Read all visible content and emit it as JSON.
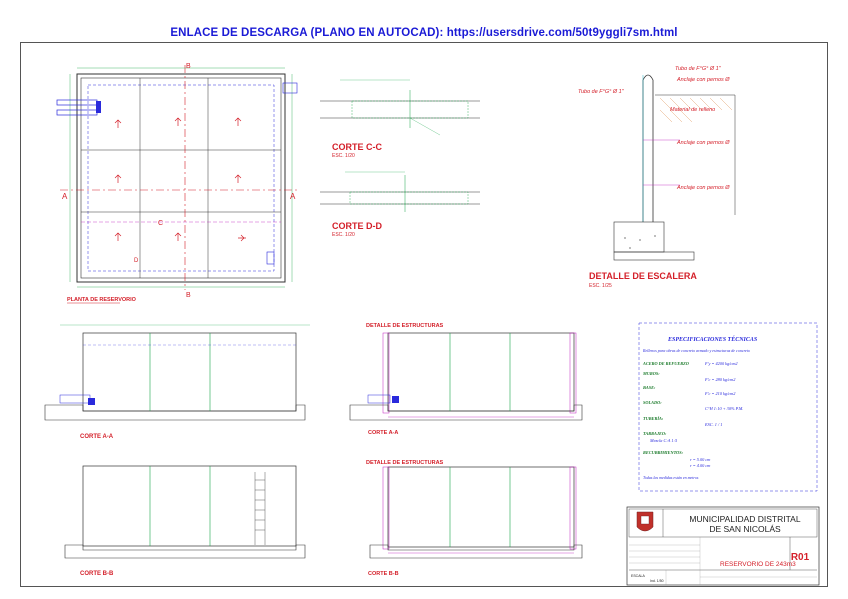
{
  "banner": {
    "prefix": "ENLACE DE DESCARGA (PLANO EN AUTOCAD):",
    "url": "https://usersdrive.com/50t9yggli7sm.html"
  },
  "views": {
    "plan_title": "PLANTA DE RESERVORIO",
    "corte_cc": "CORTE C-C",
    "corte_cc_scale": "ESC. 1/20",
    "corte_dd": "CORTE D-D",
    "corte_dd_scale": "ESC. 1/20",
    "escalera_title": "DETALLE DE ESCALERA",
    "escalera_scale": "ESC. 1/25",
    "corte_aa": "CORTE A-A",
    "corte_bb": "CORTE B-B",
    "detalle_estructuras_1": "DETALLE DE ESTRUCTURAS",
    "detalle_estructuras_2": "DETALLE DE ESTRUCTURAS",
    "corte_aa_2": "CORTE A-A",
    "corte_bb_2": "CORTE B-B"
  },
  "section_marks": {
    "a_left": "A",
    "a_right": "A",
    "b_top": "B",
    "b_bottom": "B",
    "c": "C",
    "d": "D"
  },
  "escalera": {
    "tubo_1": "Tubo de F°G° Ø 1\"",
    "tubo_2": "Tubo de F°G° Ø 1\"",
    "relleno": "Material de relleno",
    "anclaje_1": "Anclaje con pernos Ø",
    "anclaje_2": "Anclaje con pernos Ø",
    "anclaje_3": "Anclaje con pernos Ø"
  },
  "specs": {
    "title": "ESPECIFICACIONES TÉCNICAS",
    "intro": "Rellenos para obras de concreto armado y estructuras de concreto",
    "acero": "ACERO DE REFUERZO",
    "acero_val": "F'y = 4200 kg/cm2",
    "muros": "MUROS:",
    "muros_val": "F'c = 280 kg/cm2",
    "base": "BASE:",
    "base_val": "F'c = 210 kg/cm2",
    "solado": "SOLADO:",
    "solado_val": "C°H 1:10 + 30% P.M.",
    "tuberia": "TUBERÍA:",
    "tuberia_val": "ESC. 1 / 1",
    "tarrajeo": "TARRAJEO:",
    "tarrajeo_val": "Mezcla C:A 1:5",
    "recubrimientos": "RECUBRIMIENTOS:",
    "rec_1": "r = 5.00 cm",
    "rec_2": "r = 4.00 cm",
    "nota": "Todas las medidas están en metros"
  },
  "title_block": {
    "muni_1": "MUNICIPALIDAD DISTRITAL",
    "muni_2": "DE SAN NICOLÁS",
    "plan_name": "RESERVORIO DE 243m3",
    "code": "R01",
    "escala": "ESCALA",
    "escala_val": "Ind. 1/50"
  },
  "colors": {
    "red": "#d4202a",
    "blue": "#2a2adc",
    "green": "#1aa64a",
    "cyan": "#2ab0c0",
    "magenta": "#c020c0"
  }
}
